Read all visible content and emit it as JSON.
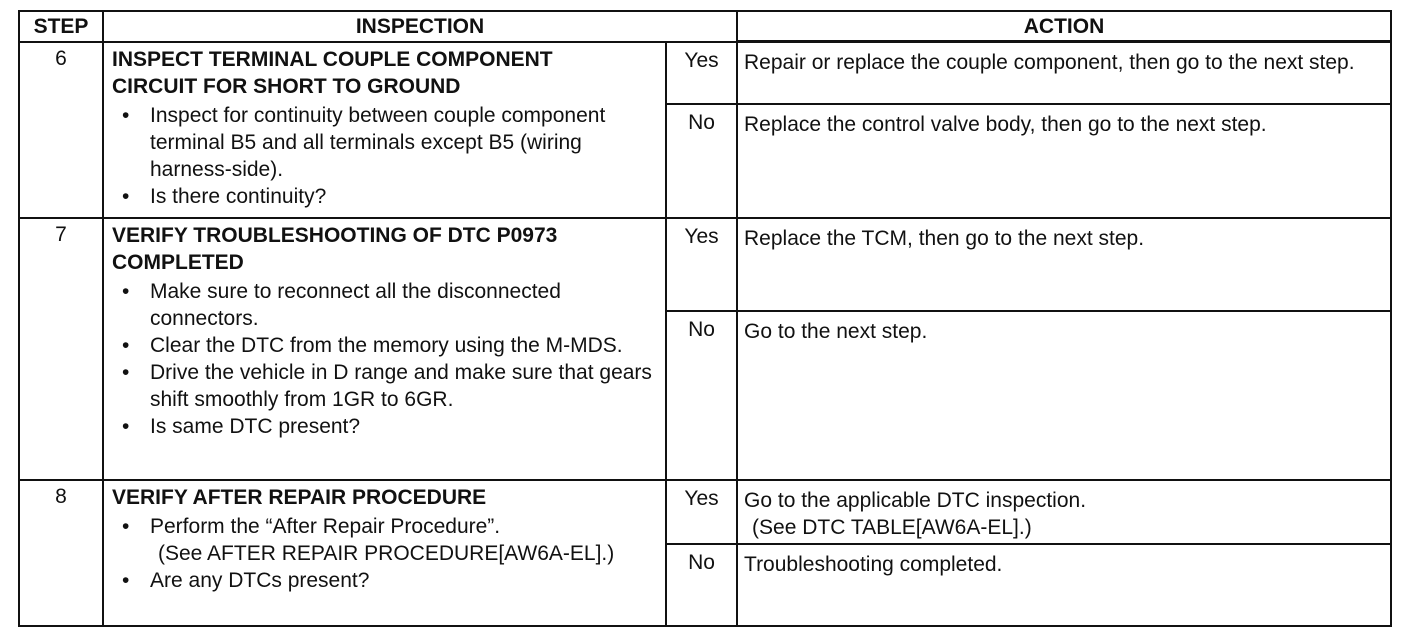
{
  "header": {
    "step": "STEP",
    "inspection": "INSPECTION",
    "action": "ACTION"
  },
  "rows": [
    {
      "step": "6",
      "title_lines": [
        "INSPECT TERMINAL COUPLE COMPONENT",
        "CIRCUIT FOR SHORT TO GROUND"
      ],
      "bullets": [
        "Inspect for continuity between couple component terminal B5 and all terminals except B5 (wiring harness-side).",
        "Is there continuity?"
      ],
      "yes_label": "Yes",
      "yes_action": "Repair or replace the couple component, then go to the next step.",
      "no_label": "No",
      "no_action": "Replace the control valve body, then go to the next step."
    },
    {
      "step": "7",
      "title_lines": [
        "VERIFY TROUBLESHOOTING OF DTC P0973",
        "COMPLETED"
      ],
      "bullets": [
        "Make sure to reconnect all the disconnected connectors.",
        "Clear the DTC from the memory using the M-MDS.",
        "Drive the vehicle in D range and make sure that gears shift smoothly from 1GR to 6GR.",
        "Is same DTC present?"
      ],
      "yes_label": "Yes",
      "yes_action": "Replace the TCM, then go to the next step.",
      "no_label": "No",
      "no_action": "Go to the next step."
    },
    {
      "step": "8",
      "title_lines": [
        "VERIFY AFTER REPAIR PROCEDURE"
      ],
      "bullets": [
        "Perform the “After Repair Procedure”.",
        "Are any DTCs present?"
      ],
      "bullet_note": "(See AFTER REPAIR PROCEDURE[AW6A-EL].)",
      "yes_label": "Yes",
      "yes_action": "Go to the applicable DTC inspection.",
      "yes_note": "(See DTC TABLE[AW6A-EL].)",
      "no_label": "No",
      "no_action": "Troubleshooting completed."
    }
  ]
}
